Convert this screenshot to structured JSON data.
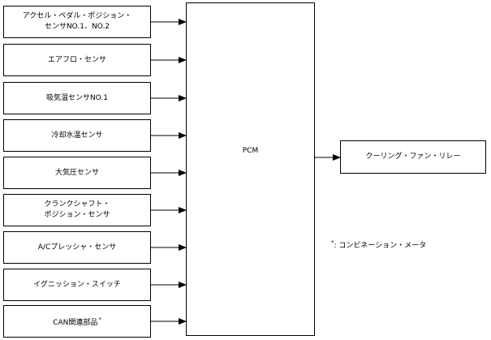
{
  "inputs": [
    {
      "label": "アクセル・ペダル・ポジション・\nセンサNO.1、NO.2"
    },
    {
      "label": "エアフロ・センサ"
    },
    {
      "label": "吸気温センサNO.1"
    },
    {
      "label": "冷却水温センサ"
    },
    {
      "label": "大気圧センサ"
    },
    {
      "label": "クランクシャフト・\nポジション・センサ"
    },
    {
      "label": "A/Cプレッシャ・センサ"
    },
    {
      "label": "イグニッション・スイッチ"
    },
    {
      "label": "CAN関連部品",
      "superscript": "*"
    }
  ],
  "controller": {
    "label": "PCM"
  },
  "output": {
    "label": "クーリング・ファン・リレー"
  },
  "footnote": {
    "marker": "*",
    "text": ": コンビネーション・メータ"
  }
}
